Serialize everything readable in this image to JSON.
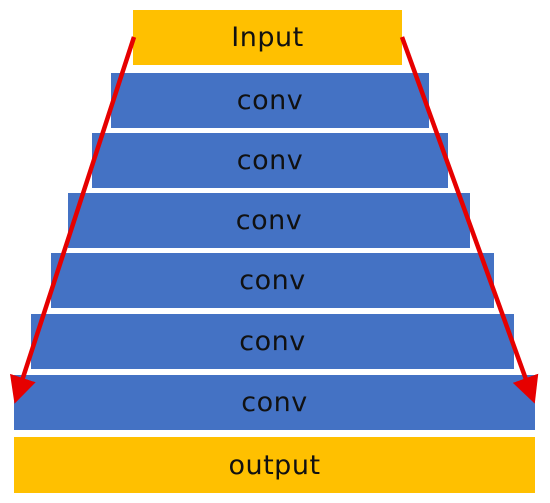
{
  "colors": {
    "io_fill": "#FFC000",
    "conv_fill": "#4472C4",
    "arrow": "#E60000"
  },
  "diagram": {
    "input_label": "Input",
    "conv_layers": [
      {
        "label": "conv"
      },
      {
        "label": "conv"
      },
      {
        "label": "conv"
      },
      {
        "label": "conv"
      },
      {
        "label": "conv"
      },
      {
        "label": "conv"
      }
    ],
    "output_label": "output"
  }
}
